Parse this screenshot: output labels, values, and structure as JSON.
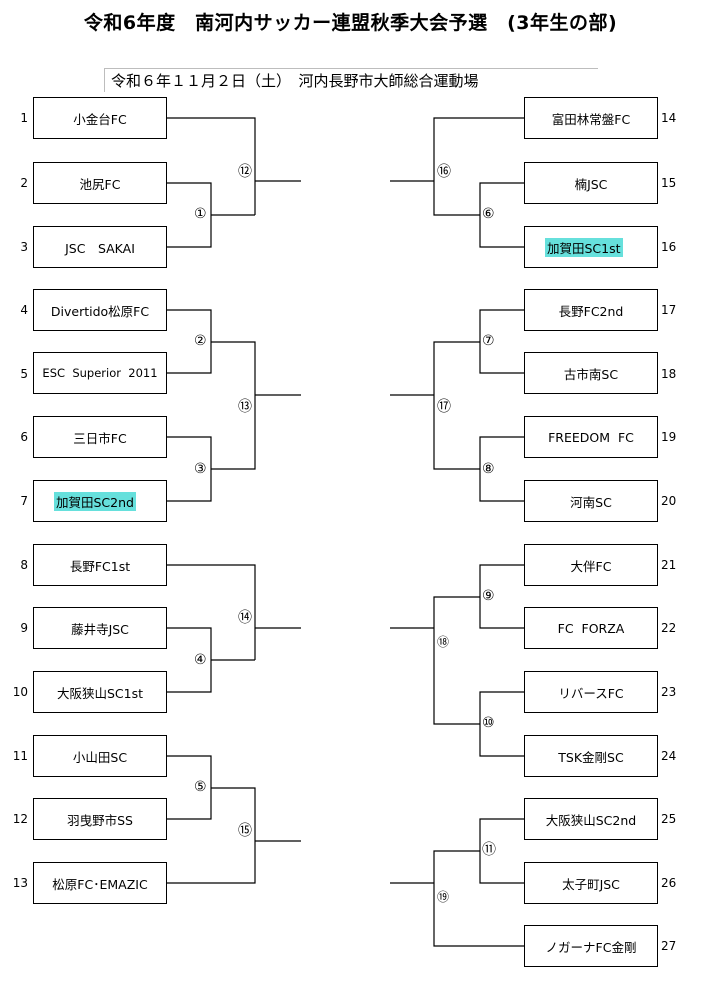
{
  "title": "令和6年度　南河内サッカー連盟秋季大会予選　(3年生の部)",
  "subtitle": "令和６年１１月２日（土）　河内長野市大師総合運動場",
  "left_teams": [
    {
      "seed": "1",
      "name": "小金台FC",
      "highlight": false
    },
    {
      "seed": "2",
      "name": "池尻FC",
      "highlight": false
    },
    {
      "seed": "3",
      "name": "JSC　SAKAI",
      "highlight": false
    },
    {
      "seed": "4",
      "name": "Divertido松原FC",
      "highlight": false
    },
    {
      "seed": "5",
      "name": "ESC  Superior  2011",
      "highlight": false
    },
    {
      "seed": "6",
      "name": "三日市FC",
      "highlight": false
    },
    {
      "seed": "7",
      "name": "加賀田SC2nd",
      "highlight": true
    },
    {
      "seed": "8",
      "name": "長野FC1st",
      "highlight": false
    },
    {
      "seed": "9",
      "name": "藤井寺JSC",
      "highlight": false
    },
    {
      "seed": "10",
      "name": "大阪狭山SC1st",
      "highlight": false
    },
    {
      "seed": "11",
      "name": "小山田SC",
      "highlight": false
    },
    {
      "seed": "12",
      "name": "羽曳野市SS",
      "highlight": false
    },
    {
      "seed": "13",
      "name": "松原FC･EMAZIC",
      "highlight": false
    }
  ],
  "right_teams": [
    {
      "seed": "14",
      "name": "富田林常盤FC",
      "highlight": false
    },
    {
      "seed": "15",
      "name": "楠JSC",
      "highlight": false
    },
    {
      "seed": "16",
      "name": "加賀田SC1st",
      "highlight": true
    },
    {
      "seed": "17",
      "name": "長野FC2nd",
      "highlight": false
    },
    {
      "seed": "18",
      "name": "古市南SC",
      "highlight": false
    },
    {
      "seed": "19",
      "name": "FREEDOM  FC",
      "highlight": false
    },
    {
      "seed": "20",
      "name": "河南SC",
      "highlight": false
    },
    {
      "seed": "21",
      "name": "大伴FC",
      "highlight": false
    },
    {
      "seed": "22",
      "name": "FC  FORZA",
      "highlight": false
    },
    {
      "seed": "23",
      "name": "リバースFC",
      "highlight": false
    },
    {
      "seed": "24",
      "name": "TSK金剛SC",
      "highlight": false
    },
    {
      "seed": "25",
      "name": "大阪狭山SC2nd",
      "highlight": false
    },
    {
      "seed": "26",
      "name": "太子町JSC",
      "highlight": false
    },
    {
      "seed": "27",
      "name": "ノガーナFC金剛",
      "highlight": false
    }
  ],
  "match_numbers": {
    "m1": "①",
    "m2": "②",
    "m3": "③",
    "m4": "④",
    "m5": "⑤",
    "m6": "⑥",
    "m7": "⑦",
    "m8": "⑧",
    "m9": "⑨",
    "m10": "⑩",
    "m11": "⑪",
    "m12": "⑫",
    "m13": "⑬",
    "m14": "⑭",
    "m15": "⑮",
    "m16": "⑯",
    "m17": "⑰",
    "m18": "⑱",
    "m19": "⑲"
  }
}
